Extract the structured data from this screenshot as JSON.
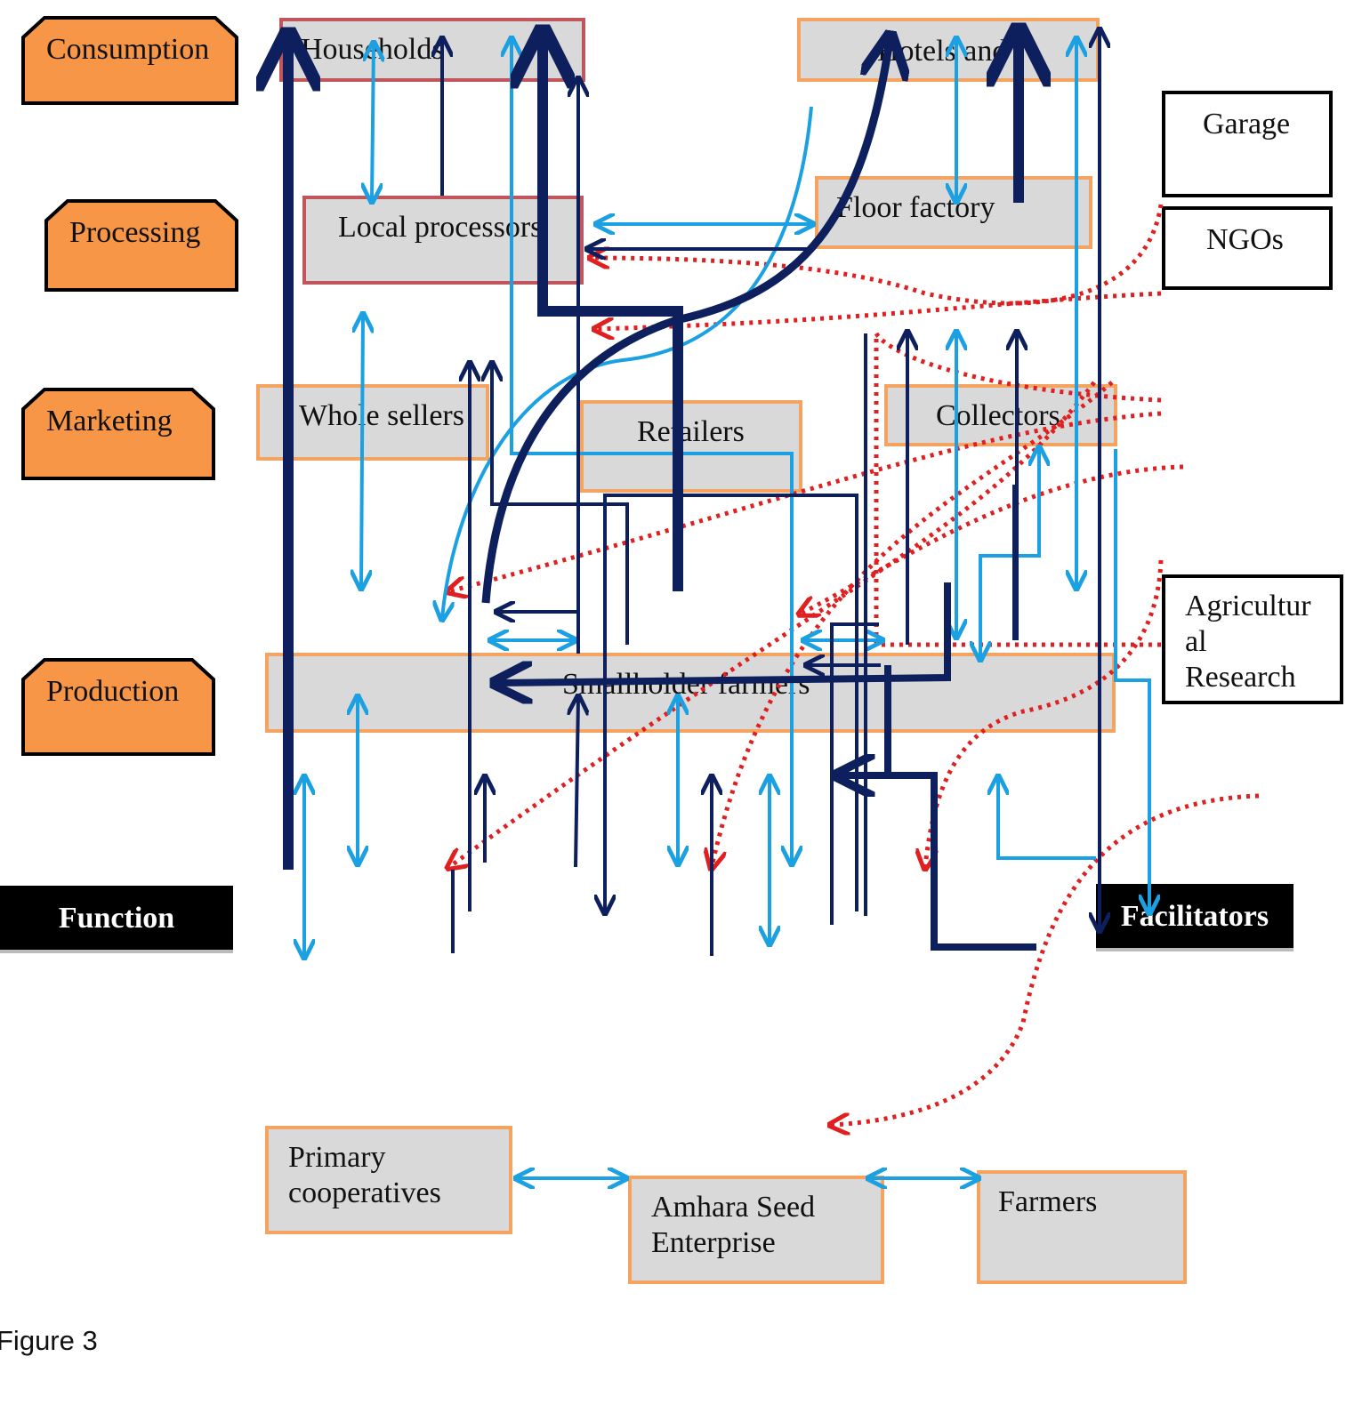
{
  "functions": {
    "consumption": "Consumption",
    "processing": "Processing",
    "marketing": "Marketing",
    "production": "Production",
    "header": "Function"
  },
  "actors": {
    "households": "Households",
    "hotels": "Hotels and",
    "local_processors": "Local processors",
    "floor_factory": "Floor factory",
    "whole_sellers": "Whole sellers",
    "retailers": "Retailers",
    "collectors": "Collectors",
    "smallholder_farmers": "Smallholder farmers"
  },
  "facilitators": {
    "header": "Facilitators",
    "garage": "Garage",
    "ngos": "NGOs",
    "agri_research_line1": "Agricultur",
    "agri_research_line2": "al",
    "agri_research_line3": "Research"
  },
  "seed_chain": {
    "primary_cooperatives_line1": "Primary",
    "primary_cooperatives_line2": "cooperatives",
    "amhara_line1": "Amhara Seed",
    "amhara_line2": "Enterprise",
    "farmers": "Farmers"
  },
  "caption": "Figure 3",
  "colors": {
    "function_fill": "#f79646",
    "actor_fill": "#d9d9d9",
    "actor_border": "#f4a460",
    "consumer_border": "#c0565c",
    "dark_arrow": "#0d1f5c",
    "light_arrow": "#1ba1e2",
    "dotted_arrow": "#e02020"
  }
}
